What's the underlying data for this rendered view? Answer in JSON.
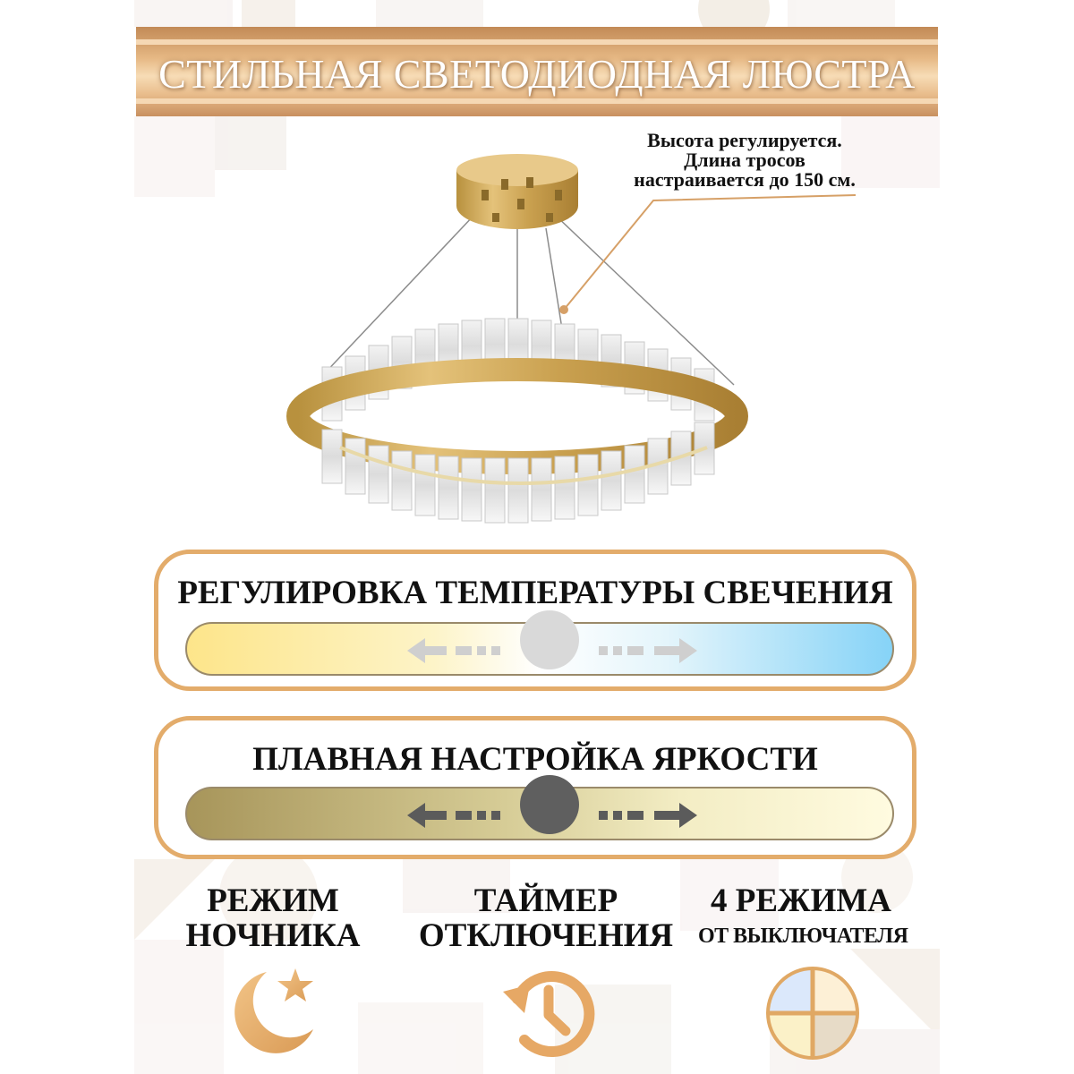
{
  "title": "СТИЛЬНАЯ СВЕТОДИОДНАЯ ЛЮСТРА",
  "annotation": {
    "lines": [
      "Высота регулируется.",
      "Длина тросов",
      "настраивается до 150 см."
    ]
  },
  "temperature_panel": {
    "title": "РЕГУЛИРОВКА ТЕМПЕРАТУРЫ СВЕЧЕНИЯ"
  },
  "brightness_panel": {
    "title": "ПЛАВНАЯ НАСТРОЙКА ЯРКОСТИ"
  },
  "features": [
    {
      "line1": "РЕЖИМ",
      "line2": "НОЧНИКА",
      "icon": "moon-star-icon"
    },
    {
      "line1": "ТАЙМЕР",
      "line2": "ОТКЛЮЧЕНИЯ",
      "icon": "timer-icon"
    },
    {
      "line1": "4 РЕЖИМА",
      "line2": "ОТ ВЫКЛЮЧАТЕЛЯ",
      "icon": "four-modes-icon"
    }
  ],
  "colors": {
    "accent": "#e3ac6b",
    "warm": "#fde58a",
    "cool": "#86d3f7",
    "brass": "#b6a262"
  }
}
